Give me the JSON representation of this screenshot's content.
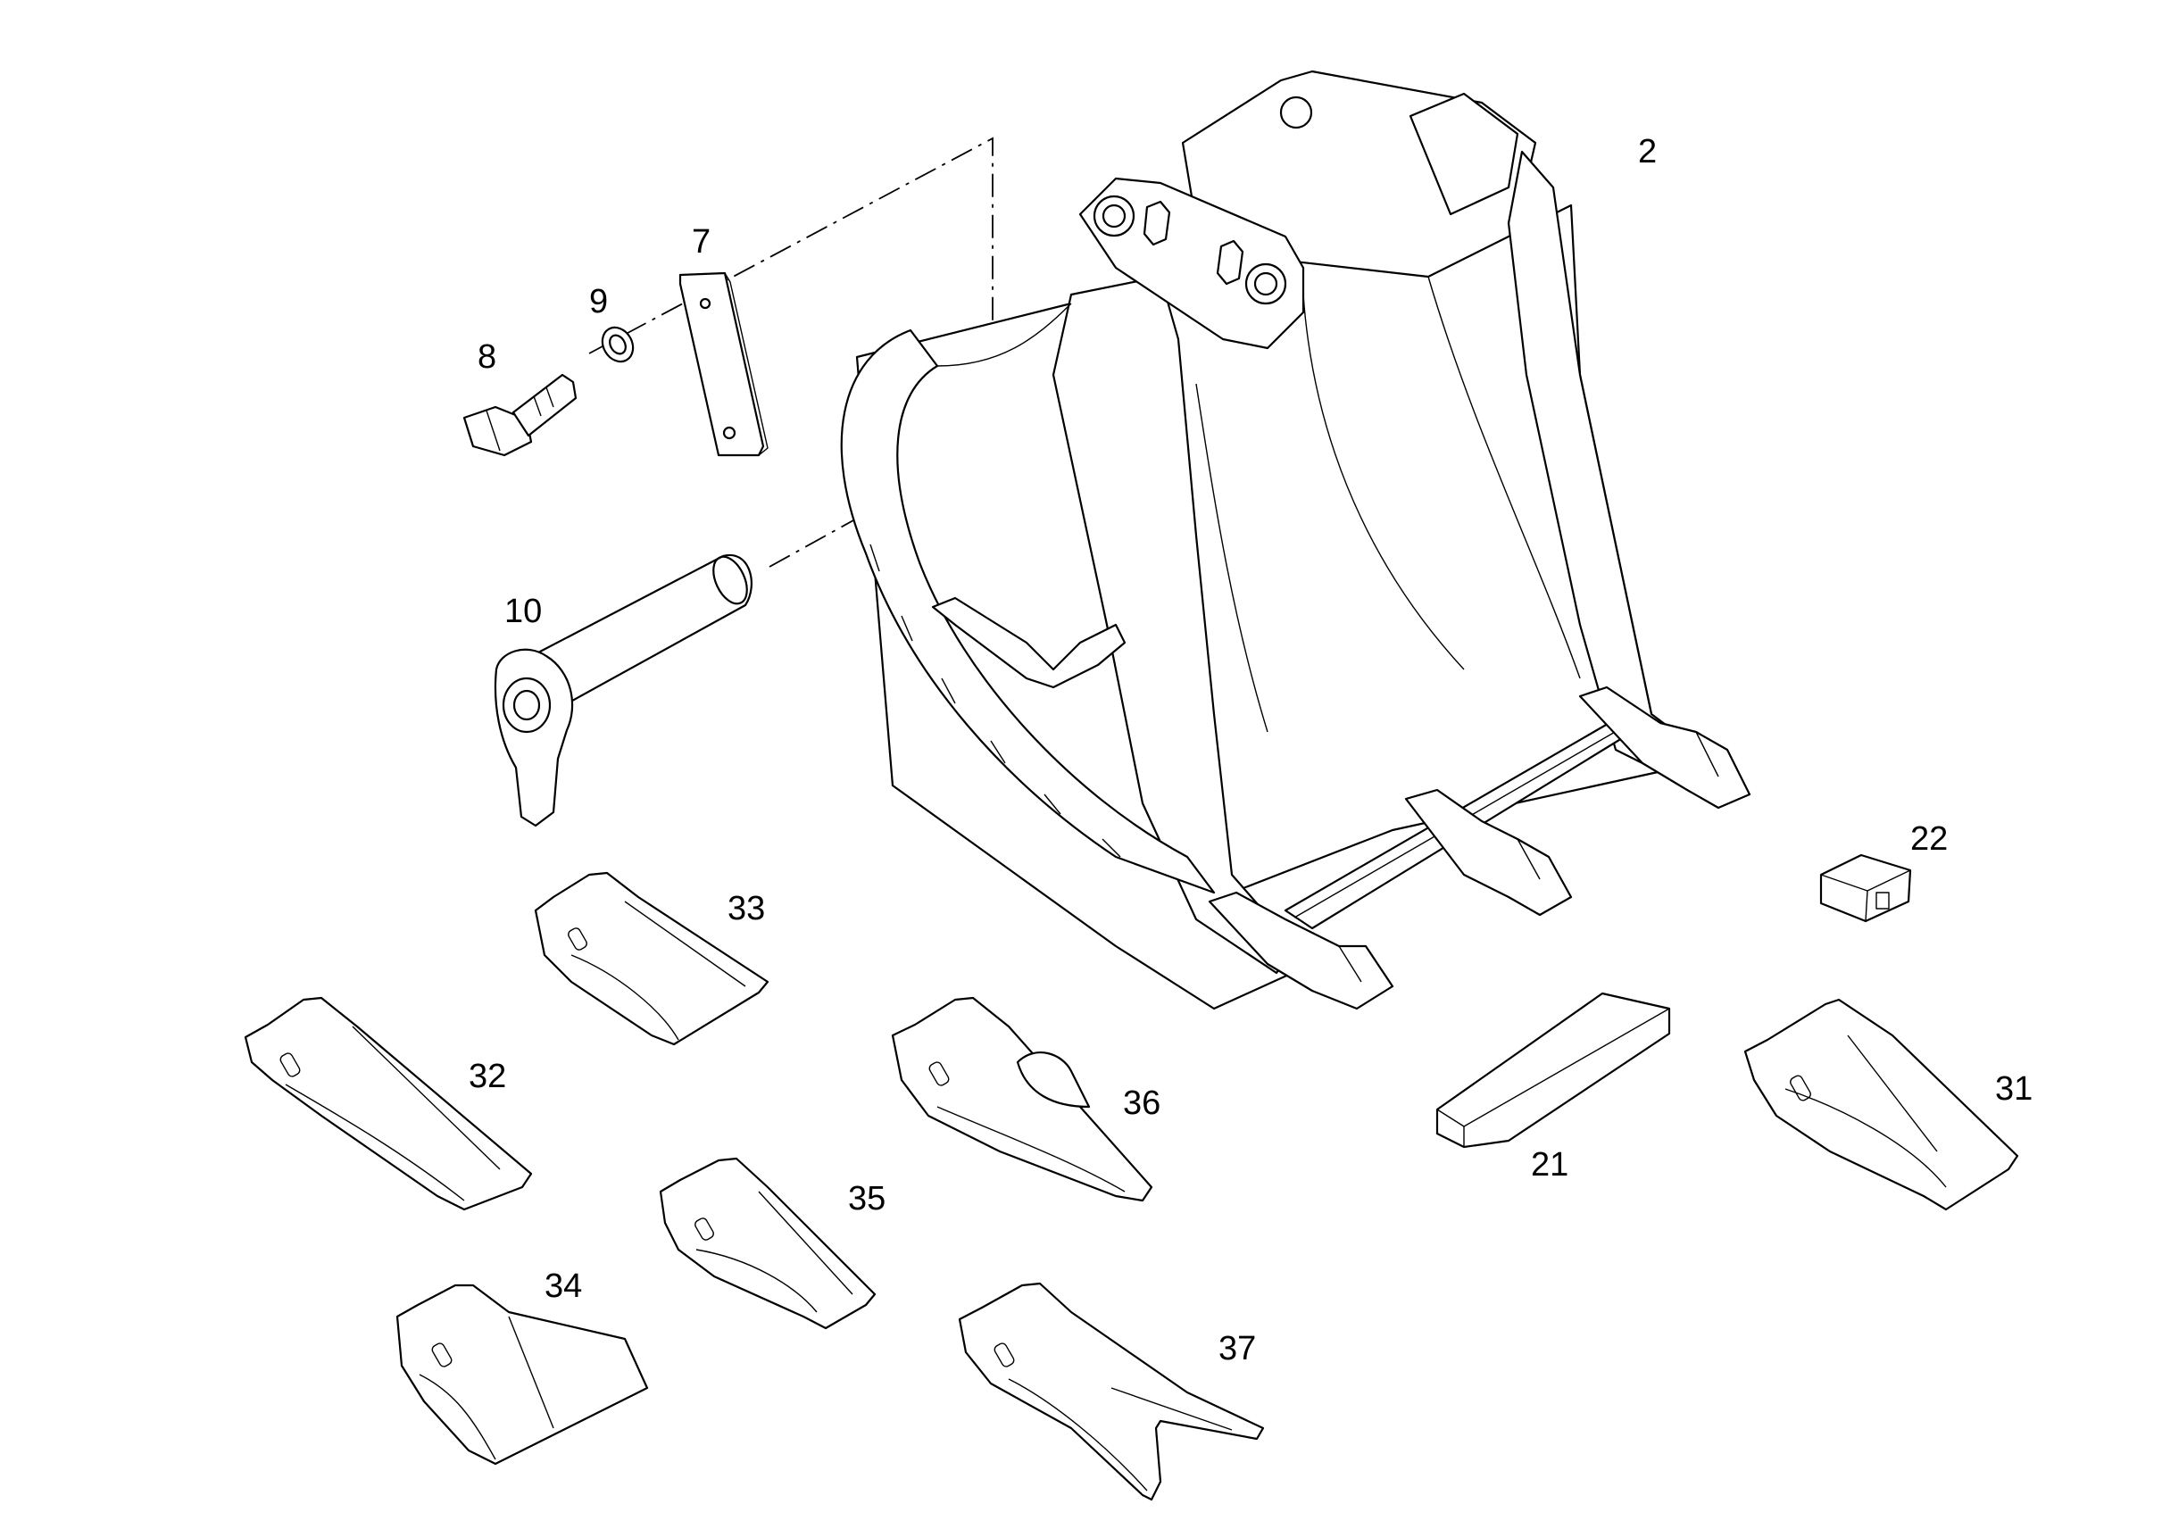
{
  "diagram": {
    "callouts": {
      "p2": "2",
      "p7": "7",
      "p8": "8",
      "p9": "9",
      "p10": "10",
      "p21": "21",
      "p22": "22",
      "p31": "31",
      "p32": "32",
      "p33": "33",
      "p34": "34",
      "p35": "35",
      "p36": "36",
      "p37": "37"
    }
  }
}
